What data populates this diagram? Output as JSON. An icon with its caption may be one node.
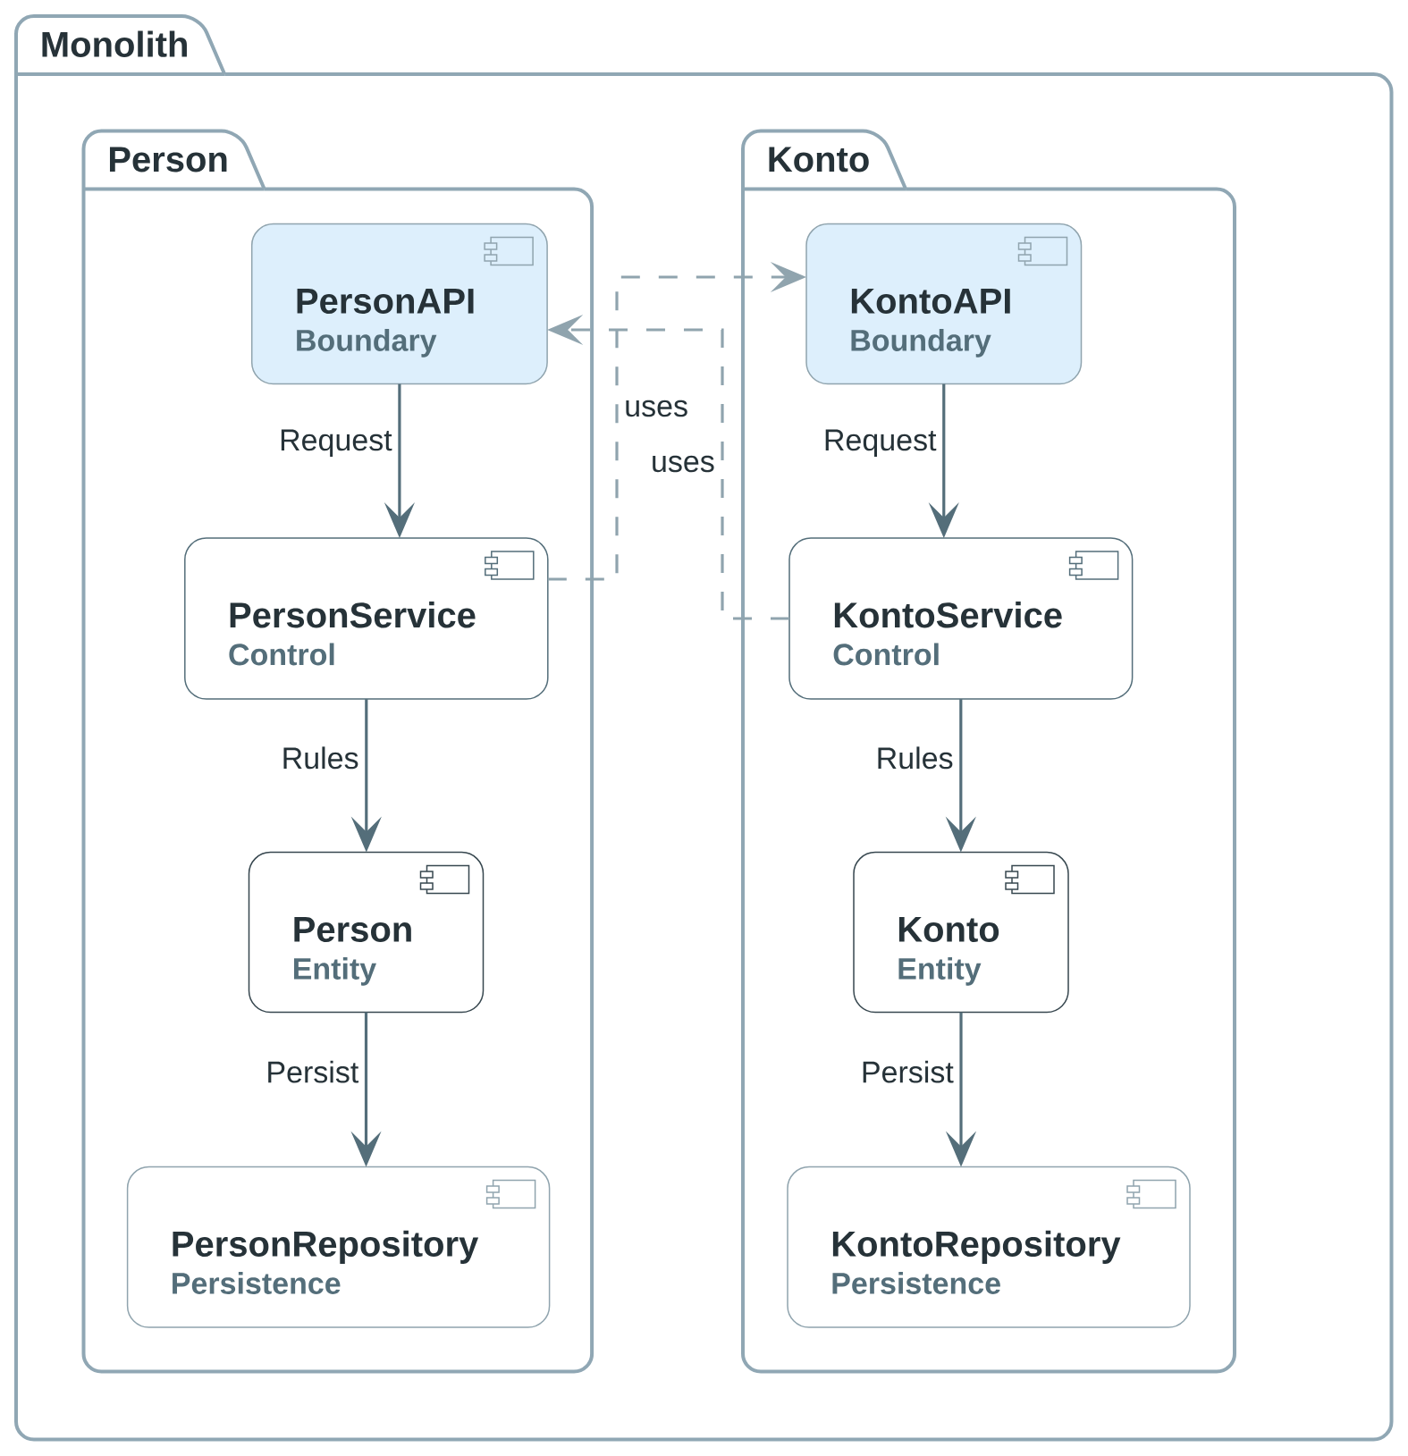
{
  "diagram": {
    "nodes": [
      {
        "text": [
          "Monolith"
        ]
      },
      {
        "text": [
          "Person"
        ],
        "in": 0
      },
      {
        "text": [
          "Konto"
        ],
        "in": 0
      },
      {
        "text": [
          "PersonAPI",
          "Boundary"
        ],
        "in": 1
      },
      {
        "text": [
          "PersonService",
          "Control"
        ],
        "in": 1
      },
      {
        "text": [
          "Person",
          "Entity"
        ],
        "in": 1
      },
      {
        "text": [
          "PersonRepository",
          "Persistence"
        ],
        "in": 1
      },
      {
        "text": [
          "KontoAPI",
          "Boundary"
        ],
        "in": 2
      },
      {
        "text": [
          "KontoService",
          "Control"
        ],
        "in": 2
      },
      {
        "text": [
          "Konto",
          "Entity"
        ],
        "in": 2
      },
      {
        "text": [
          "KontoRepository",
          "Persistence"
        ],
        "in": 2
      }
    ],
    "edges": [
      {
        "from": 3,
        "to": 4,
        "arrow": "to",
        "label": "Request"
      },
      {
        "from": 4,
        "to": 5,
        "arrow": "to",
        "label": "Rules"
      },
      {
        "from": 5,
        "to": 6,
        "arrow": "to",
        "label": "Persist"
      },
      {
        "from": 7,
        "to": 8,
        "arrow": "to",
        "label": "Request"
      },
      {
        "from": 8,
        "to": 9,
        "arrow": "to",
        "label": "Rules"
      },
      {
        "from": 9,
        "to": 10,
        "arrow": "to",
        "label": "Persist"
      },
      {
        "from": 4,
        "to": 7,
        "arrow": "to",
        "label": "uses",
        "style": "dashed",
        "color": "#90a4ae"
      },
      {
        "from": 8,
        "to": 3,
        "arrow": "to",
        "label": "uses",
        "style": "dashed",
        "color": "#90a4ae"
      }
    ]
  }
}
